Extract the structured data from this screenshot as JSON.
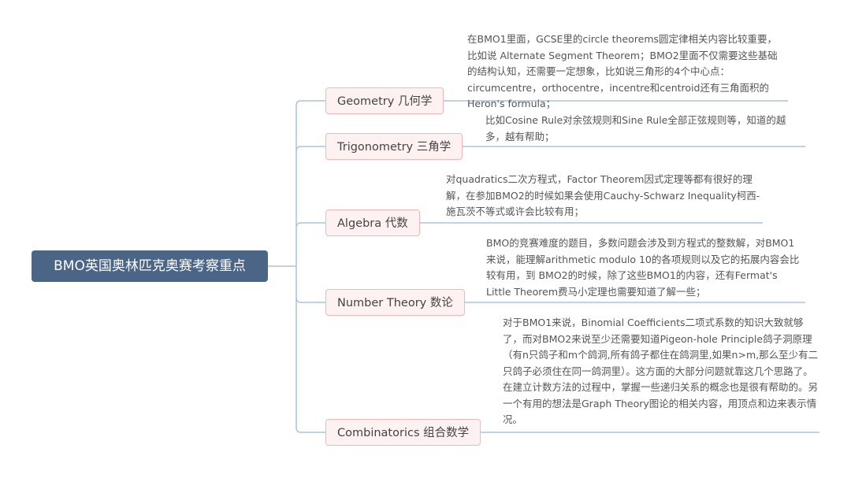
{
  "root": {
    "label": "BMO英国奥林匹克奥赛考察重点"
  },
  "branches": [
    {
      "label": "Geometry 几何学",
      "note": "在BMO1里面，GCSE里的circle theorems圆定律相关内容比较重要，比如说 Alternate Segment Theorem；BMO2里面不仅需要这些基础的结构认知，还需要一定想象，比如说三角形的4个中心点：circumcentre，orthocentre，incentre和centroid还有三角面积的Heron's formula；"
    },
    {
      "label": "Trigonometry 三角学",
      "note": "比如Cosine Rule对余弦规则和Sine Rule全部正弦规则等，知道的越多，越有帮助；"
    },
    {
      "label": "Algebra 代数",
      "note": "对quadratics二次方程式，Factor Theorem因式定理等都有很好的理解，在参加BMO2的时候如果会使用Cauchy-Schwarz Inequality柯西-施瓦茨不等式或许会比较有用；"
    },
    {
      "label": "Number Theory 数论",
      "note": "BMO的竞赛难度的题目，多数问题会涉及到方程式的整数解，对BMO1来说，能理解arithmetic modulo 10的各项规则以及它的拓展内容会比较有用，到 BMO2的时候，除了这些BMO1的内容，还有Fermat's Little Theorem费马小定理也需要知道了解一些；"
    },
    {
      "label": "Combinatorics 组合数学",
      "note": "对于BMO1来说，Binomial Coefficients二项式系数的知识大致就够了，而对BMO2来说至少还需要知道Pigeon-hole Principle鸽子洞原理（有n只鸽子和m个鸽洞,所有鸽子都住在鸽洞里,如果n>m,那么至少有二只鸽子必须住在同一鸽洞里）。这方面的大部分问题就靠这几个思路了。在建立计数方法的过程中，掌握一些递归关系的概念也是很有帮助的。另一个有用的想法是Graph Theory图论的相关内容，用顶点和边来表示情况。"
    }
  ],
  "colors": {
    "root_fill": "#4b6587",
    "branch_fill": "#fdf1f1",
    "branch_border": "#f0b9b9",
    "line": "#aac3dd"
  }
}
